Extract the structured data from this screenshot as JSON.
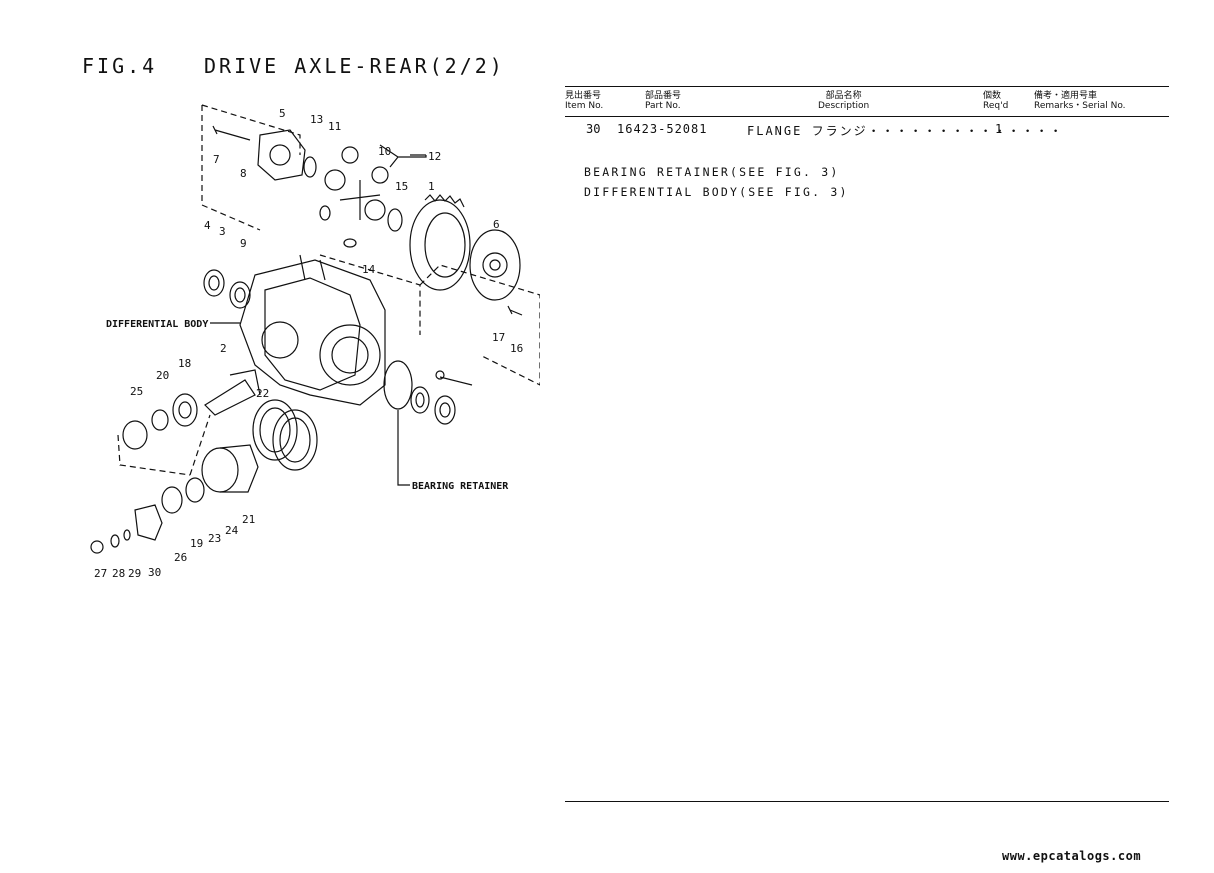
{
  "figure": {
    "number": "FIG.4",
    "title": "DRIVE AXLE-REAR(2/2)"
  },
  "diagram": {
    "callouts": {
      "differential_body": "DIFFERENTIAL BODY",
      "bearing_retainer": "BEARING RETAINER"
    },
    "item_numbers": [
      "1",
      "2",
      "3",
      "4",
      "5",
      "6",
      "7",
      "8",
      "9",
      "10",
      "11",
      "12",
      "13",
      "14",
      "15",
      "16",
      "17",
      "18",
      "19",
      "20",
      "21",
      "22",
      "23",
      "24",
      "25",
      "26",
      "27",
      "28",
      "29",
      "30"
    ]
  },
  "parts_table": {
    "headers": {
      "item_jp": "見出番号",
      "item_en": "Item No.",
      "part_jp": "部品番号",
      "part_en": "Part No.",
      "desc_jp": "部品名称",
      "desc_en": "Description",
      "req_jp": "個数",
      "req_en": "Req'd",
      "remarks_jp": "備考・適用号車",
      "remarks_en": "Remarks・Serial No."
    },
    "rows": [
      {
        "item": "30",
        "part_no": "16423-52081",
        "description": "FLANGE フランジ・・・・・・・・・・・・・・",
        "qty": "1"
      }
    ],
    "notes": [
      "BEARING RETAINER(SEE FIG. 3)",
      "DIFFERENTIAL BODY(SEE FIG. 3)"
    ]
  },
  "footer": {
    "watermark": "www.epcatalogs.com"
  }
}
